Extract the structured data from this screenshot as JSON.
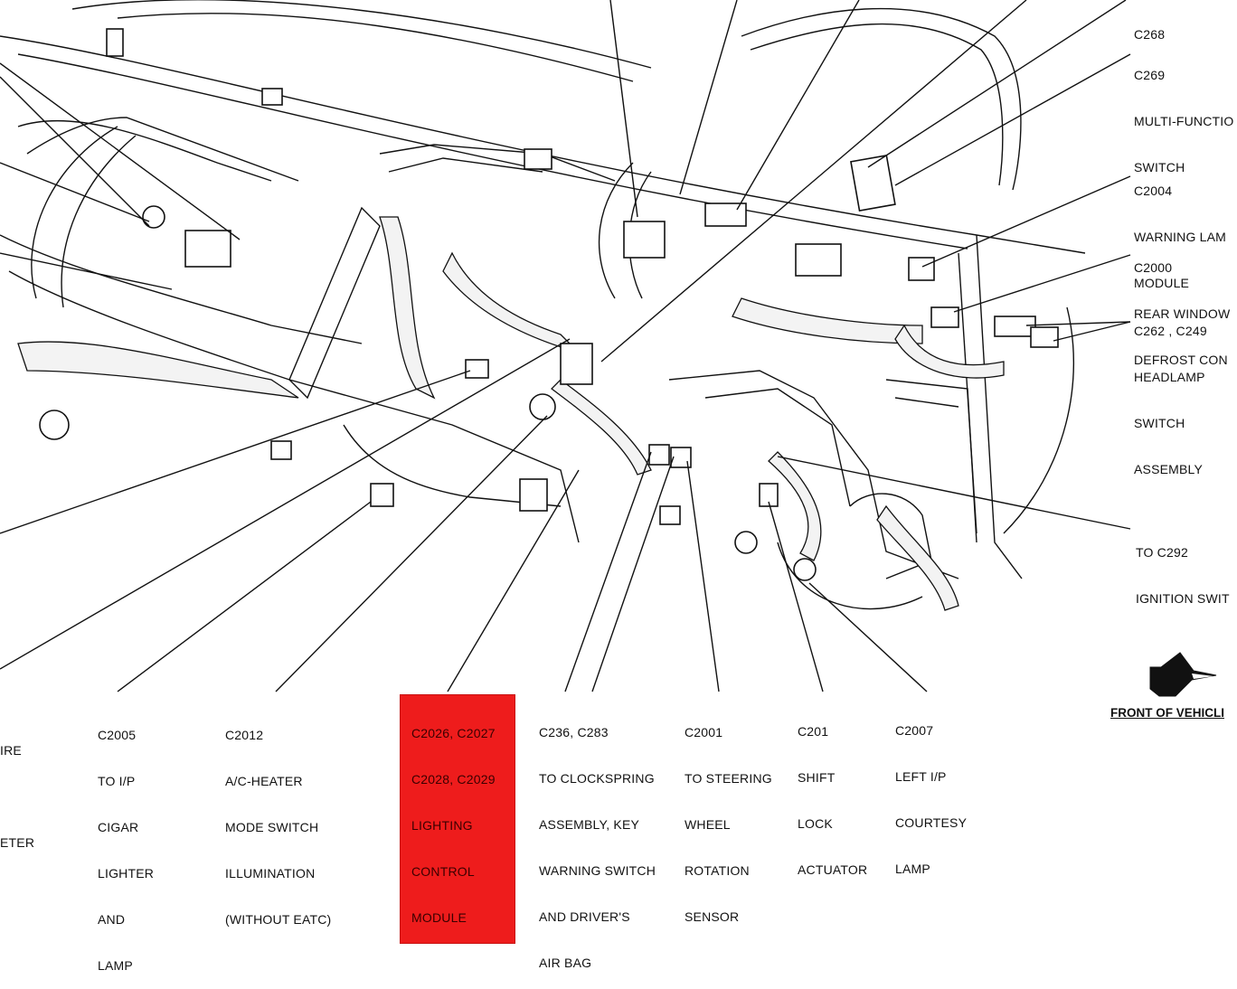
{
  "labels_right": [
    {
      "id": "c268",
      "lines": [
        "C268"
      ]
    },
    {
      "id": "c269",
      "lines": [
        "C269",
        "MULTI-FUNCTIO",
        "SWITCH"
      ]
    },
    {
      "id": "c2004",
      "lines": [
        "C2004",
        "WARNING LAM",
        "MODULE"
      ]
    },
    {
      "id": "c2000",
      "lines": [
        "C2000",
        "REAR WINDOW",
        "DEFROST CON"
      ]
    },
    {
      "id": "c262",
      "lines": [
        "C262 , C249",
        "HEADLAMP",
        "SWITCH",
        "ASSEMBLY"
      ]
    },
    {
      "id": "c292",
      "lines": [
        "TO C292",
        "IGNITION SWIT"
      ]
    }
  ],
  "labels_bottom": [
    {
      "id": "cut-left",
      "lines": [
        "IRE",
        "",
        "ETER"
      ]
    },
    {
      "id": "c2005",
      "lines": [
        "C2005",
        "TO I/P",
        "CIGAR",
        "LIGHTER",
        "AND",
        "LAMP"
      ]
    },
    {
      "id": "c2012",
      "lines": [
        "C2012",
        "A/C-HEATER",
        "MODE SWITCH",
        "ILLUMINATION",
        "(WITHOUT EATC)"
      ]
    },
    {
      "id": "c2026",
      "lines": [
        "C2026, C2027",
        "C2028, C2029",
        "LIGHTING",
        "CONTROL",
        "MODULE"
      ],
      "highlight": true
    },
    {
      "id": "c236",
      "lines": [
        "C236, C283",
        "TO CLOCKSPRING",
        "ASSEMBLY, KEY",
        "WARNING SWITCH",
        "AND DRIVER'S",
        "AIR BAG"
      ]
    },
    {
      "id": "c2001",
      "lines": [
        "C2001",
        "TO STEERING",
        "WHEEL",
        "ROTATION",
        "SENSOR"
      ]
    },
    {
      "id": "c201",
      "lines": [
        "C201",
        "SHIFT",
        "LOCK",
        "ACTUATOR"
      ]
    },
    {
      "id": "c2007",
      "lines": [
        "C2007",
        "LEFT I/P",
        "COURTESY",
        "LAMP"
      ]
    }
  ],
  "front_label": "FRONT OF VEHICLI",
  "colors": {
    "highlight": "#ee1c1c",
    "line": "#111111",
    "background": "#ffffff"
  },
  "icons": [
    "front-of-vehicle-arrow-icon"
  ]
}
